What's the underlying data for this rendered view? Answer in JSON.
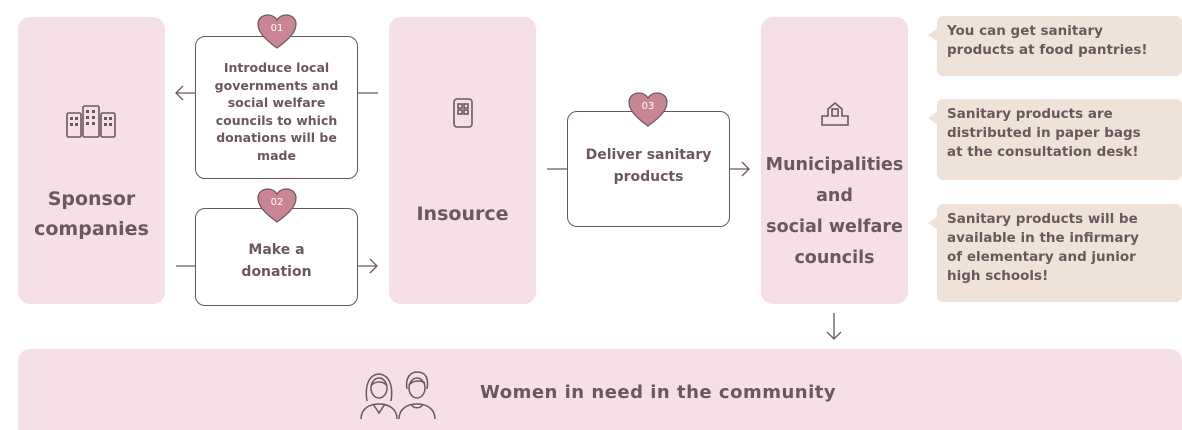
{
  "sponsor": {
    "label": "Sponsor\ncompanies",
    "icon": "office-buildings-icon"
  },
  "steps": [
    {
      "num": "01",
      "label": "Introduce local\ngovernments and\nsocial welfare\ncouncils to which\ndonations will be\nmade"
    },
    {
      "num": "02",
      "label": "Make a\ndonation"
    },
    {
      "num": "03",
      "label": "Deliver sanitary\nproducts"
    }
  ],
  "insource": {
    "label": "Insource",
    "icon": "phone-device-icon"
  },
  "municipalities": {
    "label": "Municipalities\nand\nsocial welfare\ncouncils",
    "icon": "municipal-building-icon"
  },
  "bubbles": [
    "You can get sanitary\nproducts at food pantries!",
    "Sanitary products are\ndistributed in paper bags\nat the consultation desk!",
    "Sanitary products will be\navailable in the infirmary\nof elementary and junior\nhigh schools!"
  ],
  "community": {
    "label": "Women in need in the community",
    "icon": "women-icon"
  },
  "colors": {
    "panel": "#f5e1e5",
    "heart": "#c98594",
    "text": "#6b585c",
    "bubble": "#efe3d9"
  }
}
